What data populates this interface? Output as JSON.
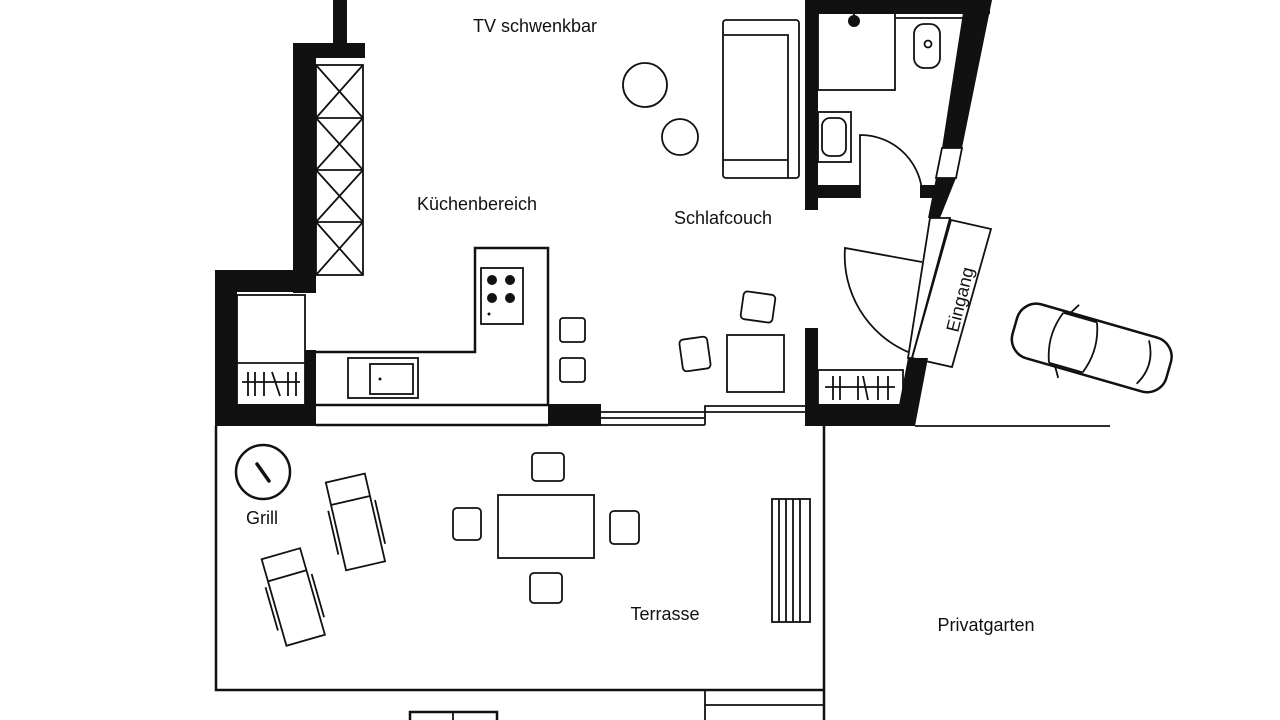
{
  "plan": {
    "labels": {
      "tv": "TV schwenkbar",
      "kitchen": "Küchenbereich",
      "sofa_bed": "Schlafcouch",
      "entrance": "Eingang",
      "grill": "Grill",
      "terrace": "Terrasse",
      "garden": "Privatgarten"
    },
    "colors": {
      "line": "#111111",
      "background": "#ffffff"
    }
  }
}
